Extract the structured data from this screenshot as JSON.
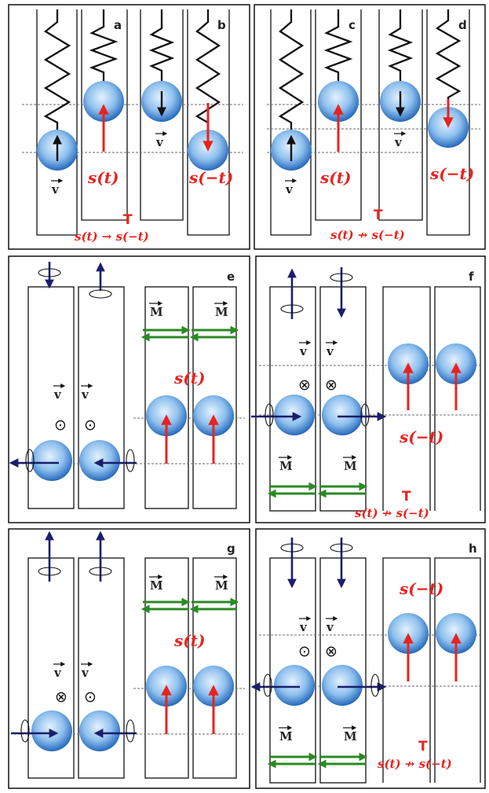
{
  "panels": {
    "a": "a",
    "b": "b",
    "c": "c",
    "d": "d",
    "e": "e",
    "f": "f",
    "g": "g",
    "h": "h"
  },
  "symbols": {
    "v": "v",
    "M": "M",
    "T": "T",
    "dot": "⊙",
    "cross": "⊗"
  },
  "labels": {
    "s_t": "s(t)",
    "s_minus_t": "s(−t)",
    "relation_equal": "s(t) → s(−t)",
    "relation_not": "s(t) ↛ s(−t)"
  },
  "colors": {
    "ball_center": "#cfe6fb",
    "ball_edge": "#1f63b8",
    "red": "#e8231f",
    "navy": "#1b1e6b",
    "green": "#2a8a23",
    "dash": "#6b6b6b"
  }
}
